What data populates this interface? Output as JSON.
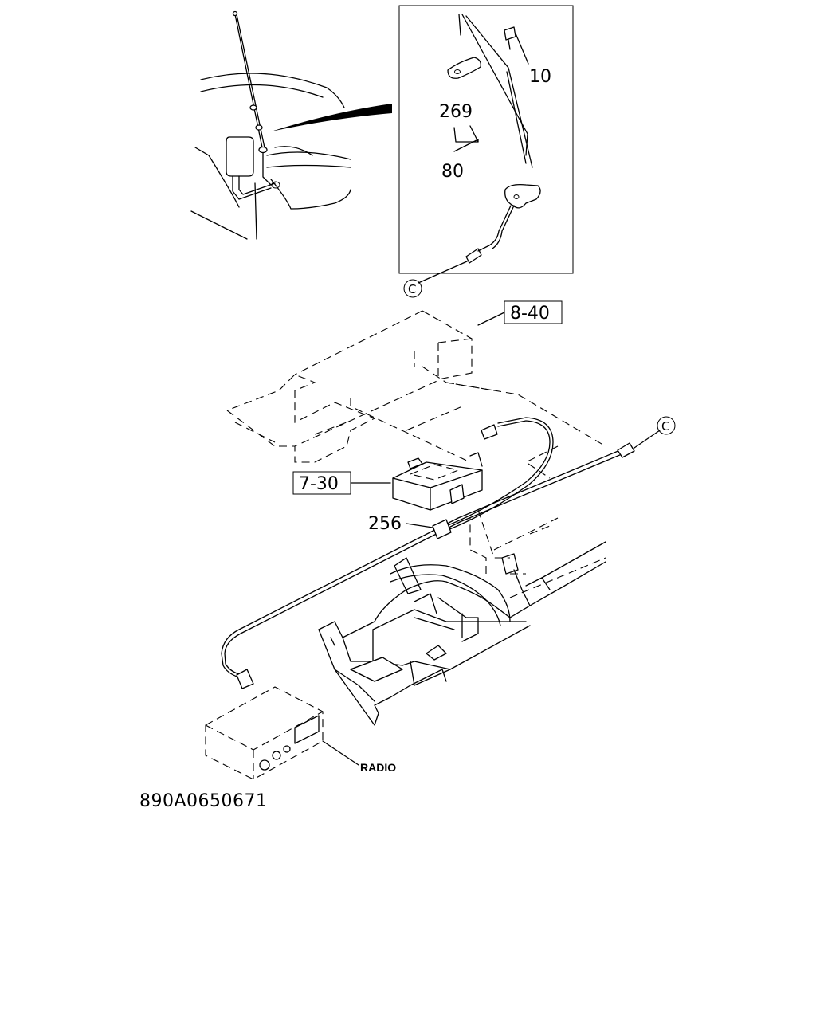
{
  "callouts": {
    "bolt": "10",
    "cap": "269",
    "antenna_assy": "80",
    "ref_top": "8-40",
    "ref_module": "7-30",
    "clip": "256",
    "radio": "RADIO",
    "connector_c_top": "C",
    "connector_c_right": "C"
  },
  "drawing_code": "890A0650671"
}
